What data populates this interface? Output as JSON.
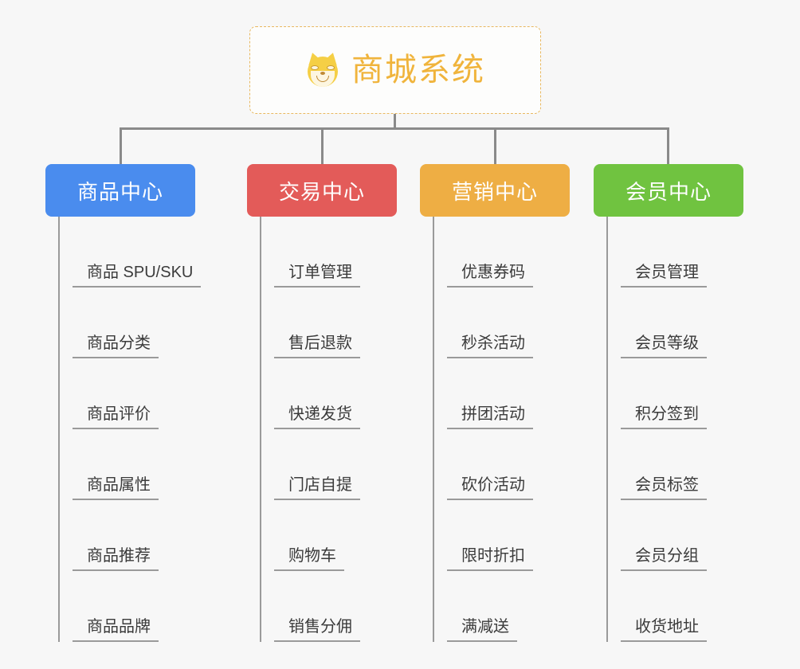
{
  "diagram": {
    "type": "mindmap",
    "background_color": "#f7f7f7",
    "root": {
      "title": "商城系统",
      "icon": "shiba-dog-emoji",
      "title_color": "#f0b43c",
      "border_color": "#e8b860"
    },
    "branches": [
      {
        "label": "商品中心",
        "color": "#4a8cee",
        "leaves": [
          "商品 SPU/SKU",
          "商品分类",
          "商品评价",
          "商品属性",
          "商品推荐",
          "商品品牌"
        ]
      },
      {
        "label": "交易中心",
        "color": "#e35b59",
        "leaves": [
          "订单管理",
          "售后退款",
          "快递发货",
          "门店自提",
          "购物车",
          "销售分佣"
        ]
      },
      {
        "label": "营销中心",
        "color": "#eeae44",
        "leaves": [
          "优惠券码",
          "秒杀活动",
          "拼团活动",
          "砍价活动",
          "限时折扣",
          "满减送"
        ]
      },
      {
        "label": "会员中心",
        "color": "#70c340",
        "leaves": [
          "会员管理",
          "会员等级",
          "积分签到",
          "会员标签",
          "会员分组",
          "收货地址"
        ]
      }
    ]
  }
}
